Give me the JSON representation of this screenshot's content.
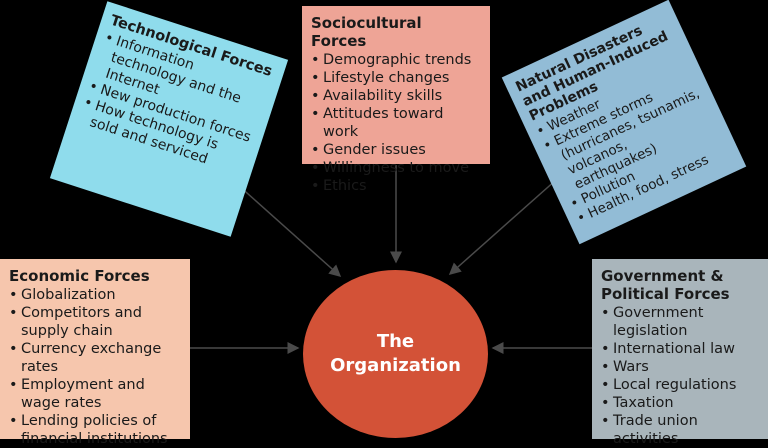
{
  "center": {
    "line1": "The",
    "line2": "Organization"
  },
  "technological": {
    "title": "Technological Forces",
    "items": [
      "Information technology and the Internet",
      "New production forces",
      "How technology is sold and serviced"
    ]
  },
  "sociocultural": {
    "title": "Sociocultural Forces",
    "items": [
      "Demographic trends",
      "Lifestyle changes",
      "Availability skills",
      "Attitudes toward work",
      "Gender issues",
      "Willingness to move",
      "Ethics"
    ]
  },
  "natural": {
    "title": "Natural Disasters and Human-Induced Problems",
    "items": [
      "Weather",
      "Extreme storms (hurricanes, tsunamis, volcanos, earthquakes)",
      "Pollution",
      "Health, food, stress"
    ]
  },
  "economic": {
    "title": "Economic Forces",
    "items": [
      "Globalization",
      "Competitors and supply chain",
      "Currency exchange rates",
      "Employment and wage rates",
      "Lending policies of financial institutions"
    ]
  },
  "government": {
    "title": "Government & Political Forces",
    "items": [
      "Government legislation",
      "International law",
      "Wars",
      "Local regulations",
      "Taxation",
      "Trade union activities"
    ]
  },
  "colors": {
    "background": "#000000",
    "center": "#d35237",
    "technological": "#8fdcec",
    "sociocultural": "#eea496",
    "natural": "#92bcd6",
    "economic": "#f6c6ad",
    "government": "#a9b5bb",
    "arrow": "#3a3a3a"
  }
}
